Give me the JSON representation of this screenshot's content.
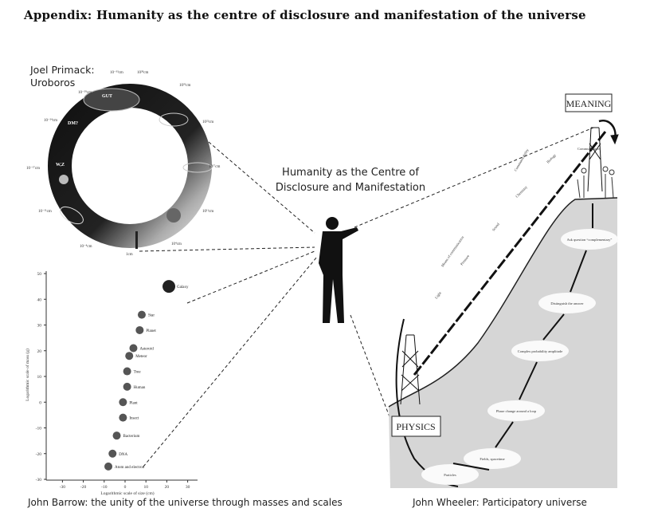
{
  "title": "Appendix: Humanity as the centre of disclosure and manifestation of the universe",
  "primack": {
    "line1": "Joel Primack:",
    "line2": "Uroboros",
    "ring_labels": [
      "10⁻³³cm",
      "10²⁸cm",
      "10⁻²⁹cm",
      "10²⁵cm",
      "10⁻²⁴cm",
      "10²²cm",
      "10⁻¹⁷cm",
      "10¹⁷cm",
      "10⁻¹¹cm",
      "10¹¹cm",
      "10⁻⁴cm",
      "10⁴cm",
      "1cm"
    ],
    "ring_tags": [
      "GUT",
      "DM?",
      "W,Z"
    ]
  },
  "center": {
    "line1": "Humanity as the Centre of",
    "line2": "Disclosure and Manifestation"
  },
  "barrow_caption": "John Barrow: the unity of the universe through masses and scales",
  "wheeler_caption": "John Wheeler: Participatory universe",
  "chart_data": {
    "type": "scatter",
    "xlabel": "Logarithmic scale of size (cm)",
    "ylabel": "Logarithmic scale of mass (g)",
    "xlim": [
      -35,
      35
    ],
    "ylim": [
      -30,
      55
    ],
    "xticks": [
      -30,
      -20,
      -10,
      0,
      10,
      20,
      30
    ],
    "yticks": [
      50,
      40,
      30,
      20,
      10,
      0,
      -10,
      -20,
      -30
    ],
    "points": [
      {
        "label": "Galaxy",
        "x": 21,
        "y": 45
      },
      {
        "label": "Star",
        "x": 8,
        "y": 34
      },
      {
        "label": "Planet",
        "x": 7,
        "y": 28
      },
      {
        "label": "Asteroid",
        "x": 4,
        "y": 21
      },
      {
        "label": "Meteor",
        "x": 2,
        "y": 18
      },
      {
        "label": "Tree",
        "x": 1,
        "y": 12
      },
      {
        "label": "Human",
        "x": 1,
        "y": 6
      },
      {
        "label": "Plant",
        "x": -1,
        "y": 0
      },
      {
        "label": "Insect",
        "x": -1,
        "y": -6
      },
      {
        "label": "Bacterium",
        "x": -4,
        "y": -13
      },
      {
        "label": "DNA",
        "x": -6,
        "y": -20
      },
      {
        "label": "Atom and electron",
        "x": -8,
        "y": -25
      }
    ]
  },
  "wheeler": {
    "meaning": "MEANING",
    "physics": "PHYSICS",
    "track_labels": [
      "Light",
      "Pressure",
      "Sound",
      "Chemistry",
      "Biology",
      "Communicators"
    ],
    "brace_labels": [
      "Means of communication",
      "Communicability"
    ],
    "steps": [
      "Ask question “complementary”",
      "Distinguish the answer",
      "Complex probability amplitude",
      "Phase change around a loop",
      "Fields, spacetime",
      "Particles"
    ]
  }
}
